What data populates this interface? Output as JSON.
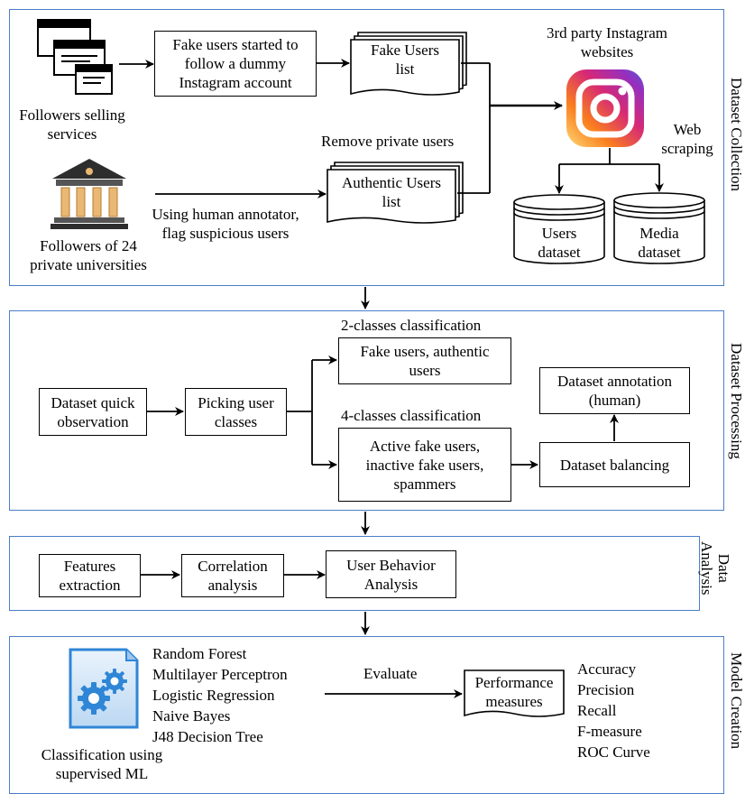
{
  "sections": {
    "dataset_collection": "Dataset Collection",
    "dataset_processing": "Dataset Processing",
    "data_analysis_line1": "Data",
    "data_analysis_line2": "Analysis",
    "model_creation": "Model Creation"
  },
  "collection": {
    "followers_selling_line1": "Followers selling",
    "followers_selling_line2": "services",
    "fake_started_line1": "Fake users started to",
    "fake_started_line2": "follow a dummy",
    "fake_started_line3": "Instagram account",
    "fake_users_list_line1": "Fake Users",
    "fake_users_list_line2": "list",
    "third_party_line1": "3rd party Instagram",
    "third_party_line2": "websites",
    "web_scraping_line1": "Web",
    "web_scraping_line2": "scraping",
    "remove_private": "Remove private users",
    "authentic_list_line1": "Authentic Users",
    "authentic_list_line2": "list",
    "human_annotator_line1": "Using human annotator,",
    "human_annotator_line2": "flag suspicious users",
    "followers24_line1": "Followers of 24",
    "followers24_line2": "private universities",
    "users_dataset_line1": "Users",
    "users_dataset_line2": "dataset",
    "media_dataset_line1": "Media",
    "media_dataset_line2": "dataset"
  },
  "processing": {
    "quick_obs_line1": "Dataset quick",
    "quick_obs_line2": "observation",
    "picking_line1": "Picking user",
    "picking_line2": "classes",
    "two_classes": "2-classes classification",
    "fake_auth_line1": "Fake users, authentic",
    "fake_auth_line2": "users",
    "four_classes": "4-classes classification",
    "active_line1": "Active fake users,",
    "active_line2": "inactive fake users,",
    "active_line3": "spammers",
    "annotation_line1": "Dataset annotation",
    "annotation_line2": "(human)",
    "balancing": "Dataset balancing"
  },
  "analysis": {
    "features_line1": "Features",
    "features_line2": "extraction",
    "correlation_line1": "Correlation",
    "correlation_line2": "analysis",
    "behavior_line1": "User Behavior",
    "behavior_line2": "Analysis"
  },
  "model": {
    "algorithms": [
      "Random Forest",
      "Multilayer Perceptron",
      "Logistic Regression",
      "Naive Bayes",
      "J48 Decision Tree"
    ],
    "classification_line1": "Classification using",
    "classification_line2": "supervised ML",
    "evaluate": "Evaluate",
    "performance_line1": "Performance",
    "performance_line2": "measures",
    "metrics": [
      "Accuracy",
      "Precision",
      "Recall",
      "F-measure",
      "ROC Curve"
    ]
  },
  "colors": {
    "panel_border": "#4a7ec9",
    "instagram_gradient": [
      "#feda75",
      "#fa7e1e",
      "#d62976",
      "#962fbf",
      "#4f5bd5"
    ],
    "gear_icon": "#2f86d6"
  },
  "icons": {
    "browser": "browser-windows-icon",
    "university": "university-building-icon",
    "instagram": "instagram-logo-icon",
    "gears": "settings-gears-file-icon"
  }
}
